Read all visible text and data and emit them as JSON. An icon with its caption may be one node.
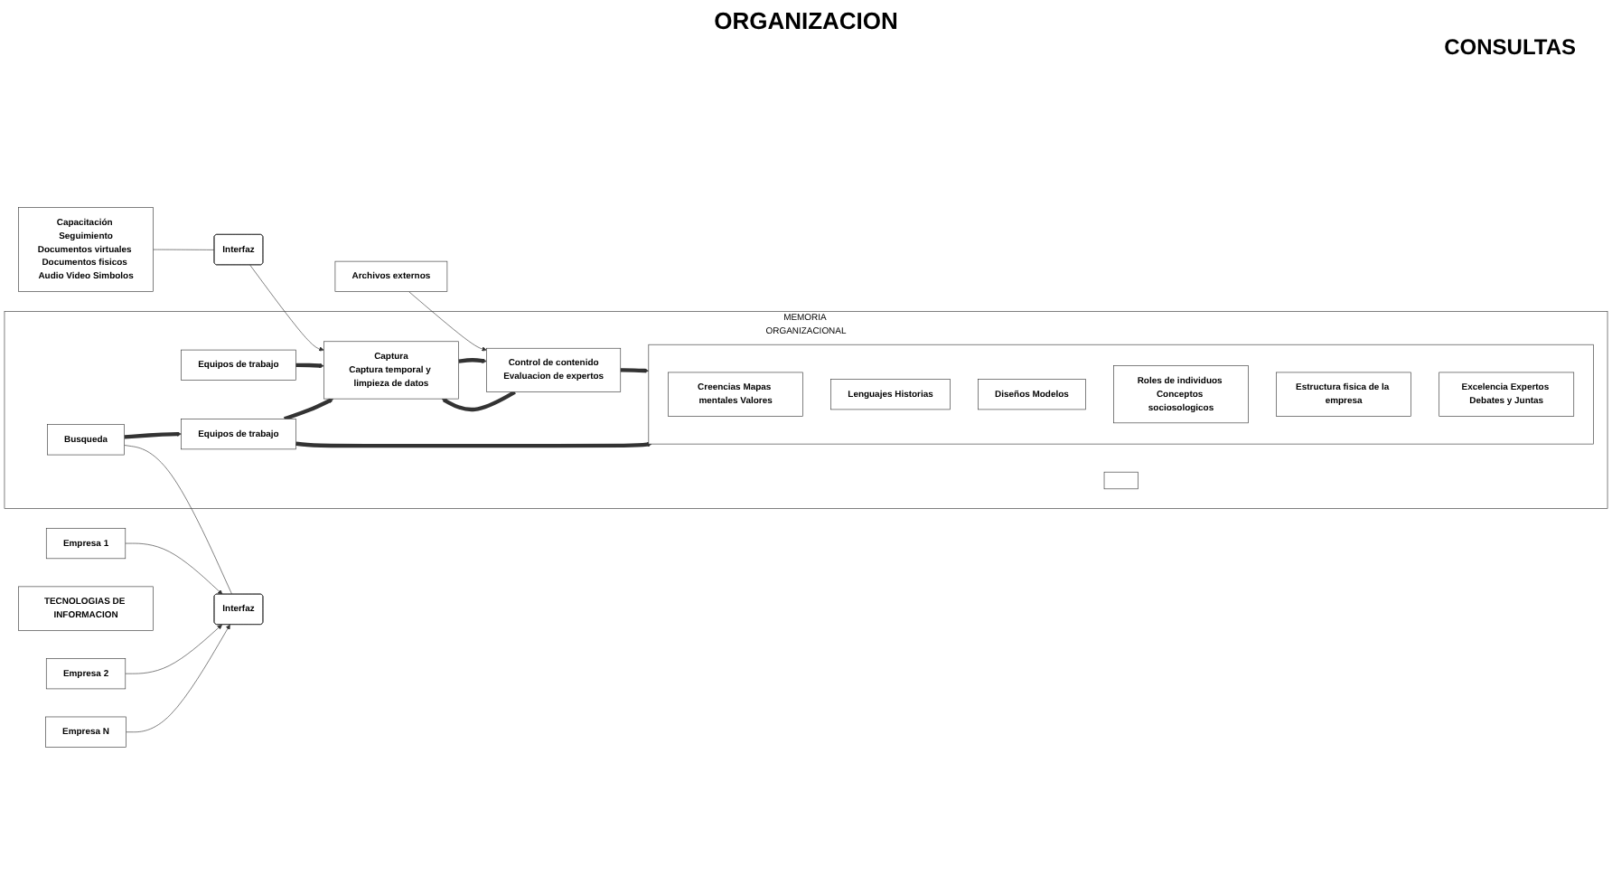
{
  "diagram": {
    "title": "ORGANIZACION",
    "nodes": [
      {
        "text": [
          "MEMORIA ORGANIZACIONAL"
        ]
      },
      {
        "text": [
          "Capacitación Seguimiento",
          "Documentos virtuales Documentos fisicos Audio Video Simbolos"
        ]
      },
      {
        "text": [
          "Interfaz"
        ]
      },
      {
        "text": [
          "Archivos externos"
        ]
      },
      {
        "text": [
          "Equipos de trabajo"
        ],
        "in": 0
      },
      {
        "text": [
          "Captura",
          "Captura temporal y limpieza de datos"
        ],
        "in": 0
      },
      {
        "text": [],
        "shape": "box",
        "in": 0
      },
      {
        "text": [
          "Control de contenido",
          "Evaluacion de expertos"
        ],
        "in": 0
      },
      {
        "text": [
          "Equipos de trabajo"
        ],
        "in": 0
      },
      {
        "text": [
          "Busqueda"
        ],
        "in": 0
      },
      {
        "text": [
          "Interfaz"
        ]
      },
      {
        "text": [],
        "shape": "box",
        "in": 0
      },
      {
        "text": [
          "Creencias Mapas mentales Valores"
        ],
        "in": 11
      },
      {
        "text": [
          "Lenguajes Historias"
        ],
        "in": 11
      },
      {
        "text": [
          "Diseños Modelos"
        ],
        "in": 11
      },
      {
        "text": [
          "Roles de individuos Conceptos sociosologicos"
        ],
        "in": 11
      },
      {
        "text": [
          "Estructura fisica de la empresa"
        ],
        "in": 11
      },
      {
        "text": [
          "Excelencia Expertos Debates y Juntas"
        ],
        "in": 11
      },
      {
        "text": [
          "Empresa 1"
        ]
      },
      {
        "text": [
          "Empresa 2"
        ]
      },
      {
        "text": [
          "Empresa N"
        ]
      },
      {
        "text": [
          "TECNOLOGIAS DE INFORMACION"
        ]
      }
    ],
    "edges": [
      {
        "from": 1,
        "to": 2,
        "arrow": "none"
      },
      {
        "from": 2,
        "to": 5,
        "arrow": "to"
      },
      {
        "from": 3,
        "to": 7,
        "arrow": "to"
      },
      {
        "from": 4,
        "to": 5,
        "arrow": "to",
        "style": "thick"
      },
      {
        "from": 5,
        "to": 7,
        "arrow": "to",
        "style": "thick"
      },
      {
        "from": 7,
        "to": 11,
        "arrow": "to",
        "style": "thick"
      },
      {
        "from": 8,
        "to": 5,
        "arrow": "to",
        "style": "thick"
      },
      {
        "from": 7,
        "to": 5,
        "arrow": "to",
        "style": "thick"
      },
      {
        "from": 9,
        "to": 8,
        "arrow": "to",
        "style": "thick"
      },
      {
        "from": 8,
        "to": 11,
        "arrow": "to",
        "style": "thick"
      },
      {
        "from": 9,
        "to": 10,
        "arrow": "none"
      },
      {
        "from": 18,
        "to": 10,
        "arrow": "to"
      },
      {
        "from": 19,
        "to": 10,
        "arrow": "to"
      },
      {
        "from": 20,
        "to": 10,
        "arrow": "to"
      }
    ],
    "labels": [
      "CONSULTAS"
    ]
  }
}
